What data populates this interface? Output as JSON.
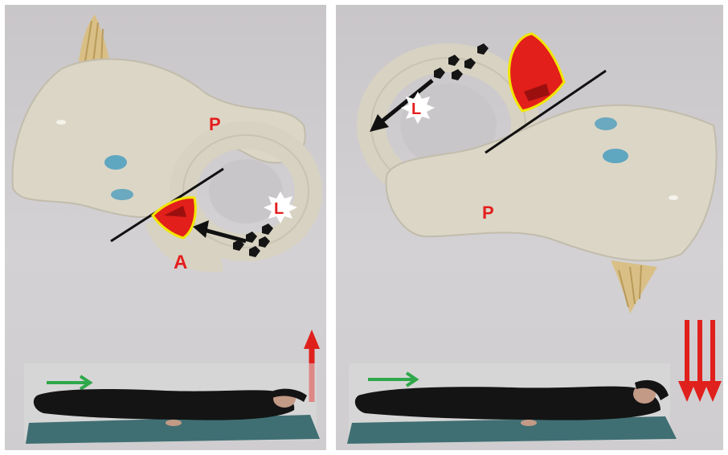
{
  "left_panel": {
    "label_p": "P",
    "label_a": "A",
    "label_l": "L"
  },
  "right_panel": {
    "label_p": "P",
    "label_l": "L"
  },
  "colors": {
    "canal_model": "#dcd6c6",
    "ampulla_fill": "#e21f1a",
    "ampulla_outline": "#f2e600",
    "motion_arrow": "#e0201c",
    "direction_arrow": "#2ea84a",
    "particles": "#151515",
    "patient": "#141414",
    "table": "#3f6f73"
  }
}
